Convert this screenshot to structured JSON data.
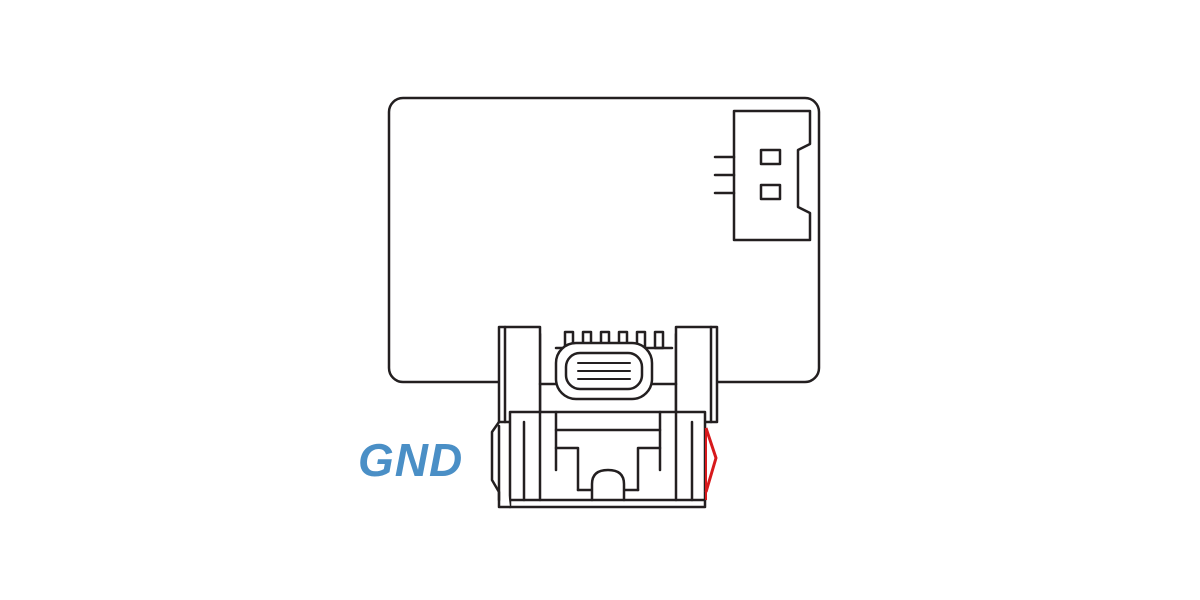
{
  "labels": {
    "gnd": "GND"
  },
  "colors": {
    "line": "#231f20",
    "gnd_label": "#4a8fc6",
    "red_wire": "#d7191c",
    "background": "#ffffff"
  },
  "icons": {
    "board": "circuit-board-outline",
    "connector": "jst-3pin-connector",
    "usb": "usb-c-port"
  }
}
